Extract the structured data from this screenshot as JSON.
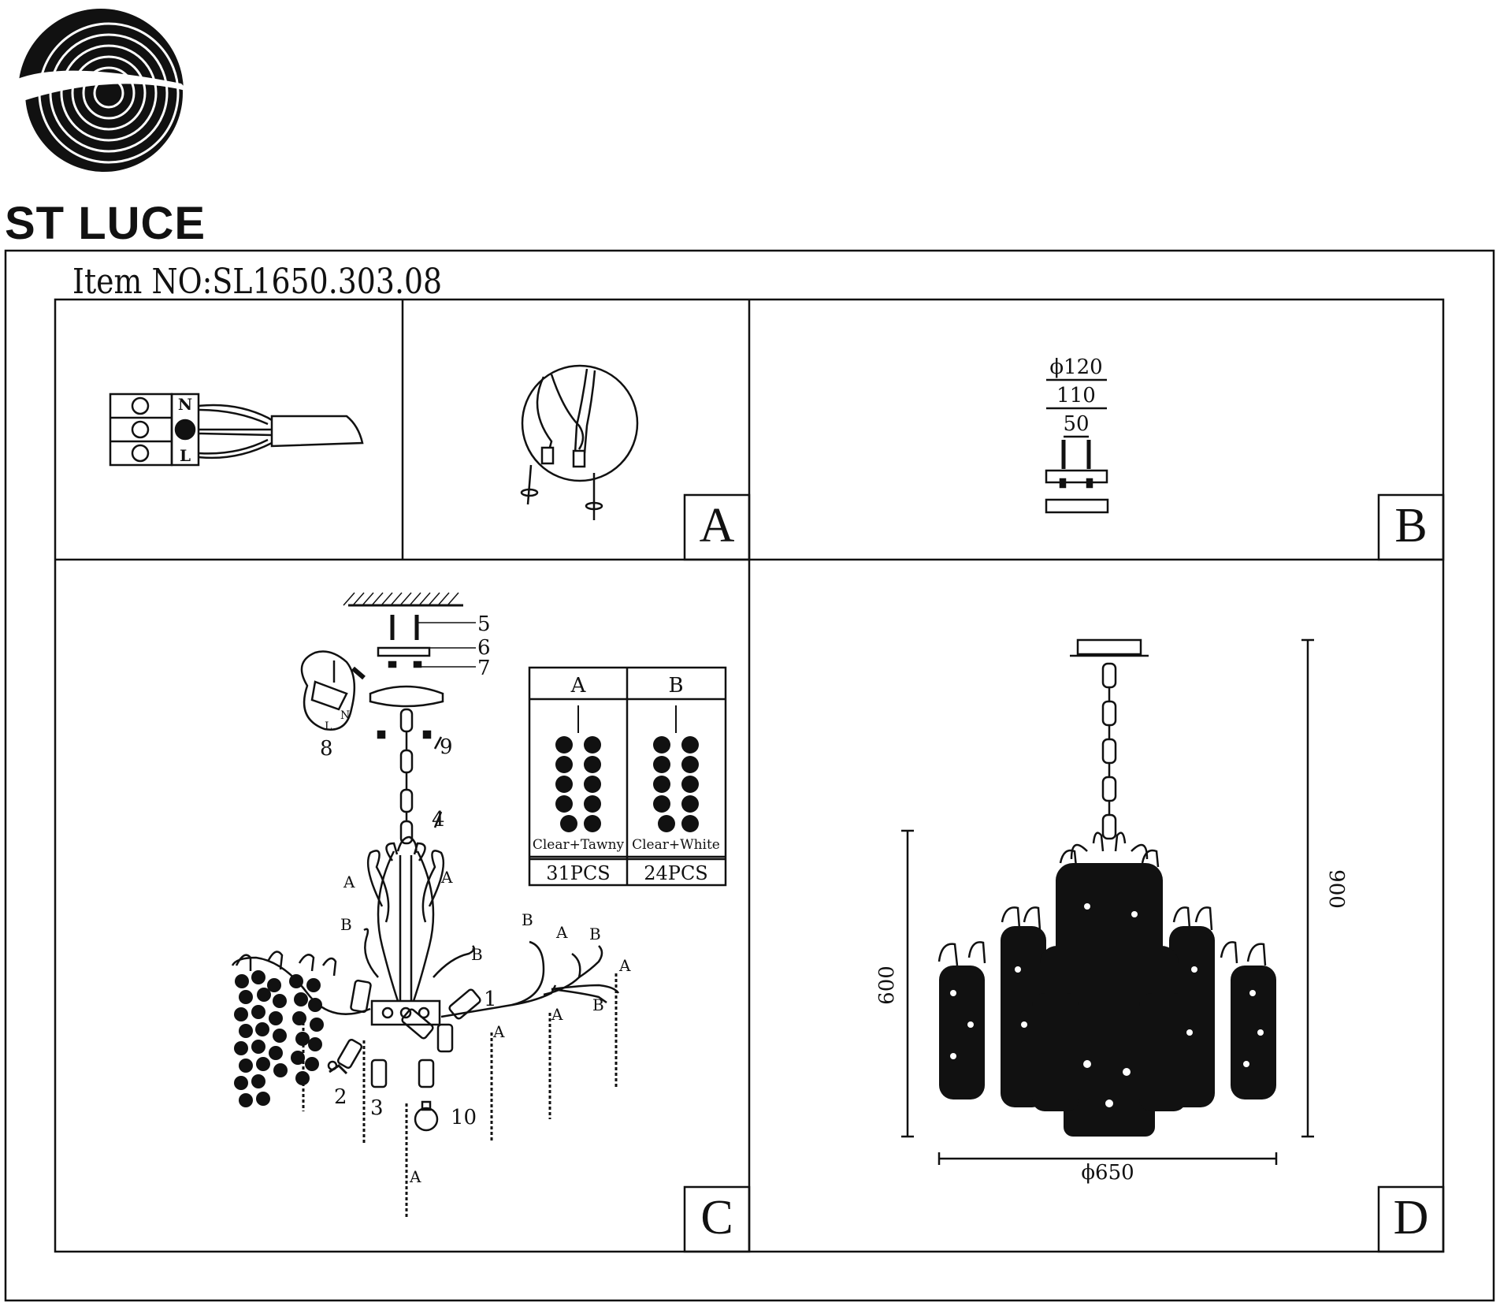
{
  "brand": {
    "name": "ST LUCE"
  },
  "item": {
    "label": "Item NO:SL1650.303.08"
  },
  "panels": {
    "a": {
      "letter": "A"
    },
    "b": {
      "letter": "B",
      "dims": [
        "ϕ120",
        "110",
        "50"
      ]
    },
    "c": {
      "letter": "C",
      "parts": [
        "1",
        "2",
        "3",
        "4",
        "5",
        "6",
        "7",
        "8",
        "9",
        "10"
      ],
      "pendant_labels": [
        "A",
        "B"
      ],
      "pendant_table": {
        "headers": [
          "A",
          "B"
        ],
        "colors": [
          "Clear+Tawny",
          "Clear+White"
        ],
        "counts": [
          "31PCS",
          "24PCS"
        ]
      }
    },
    "d": {
      "letter": "D",
      "dims": {
        "height_total": "900",
        "height_body": "600",
        "diameter": "ϕ650"
      }
    }
  },
  "terminal": {
    "labels": [
      "N",
      "L"
    ]
  }
}
